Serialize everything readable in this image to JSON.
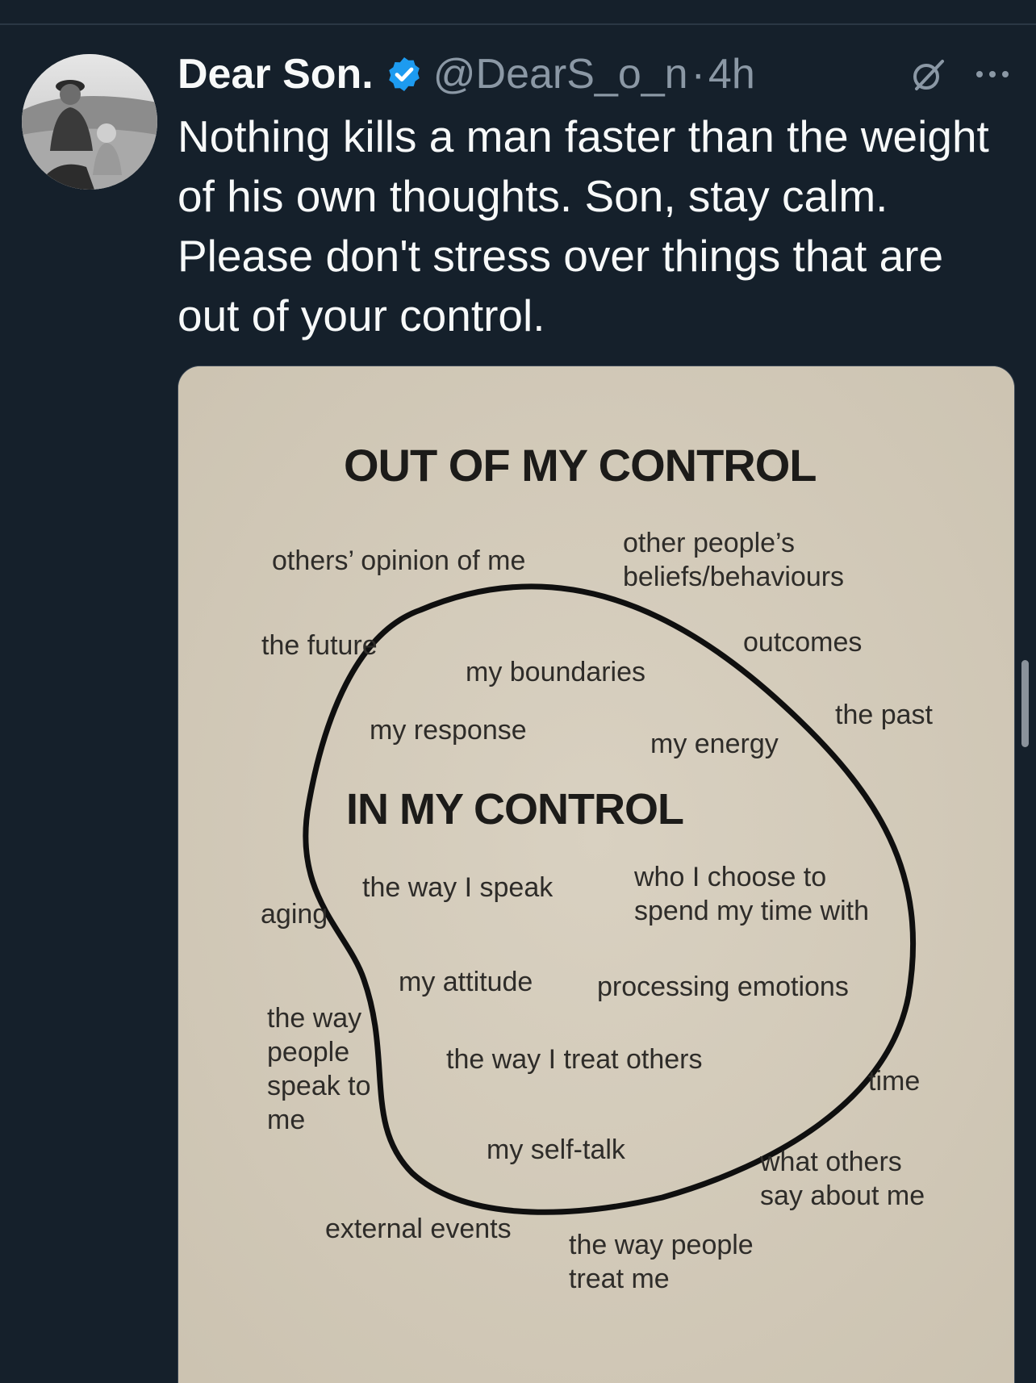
{
  "tweet": {
    "author_name": "Dear Son.",
    "handle": "@DearS_o_n",
    "separator": "·",
    "time": "4h",
    "text": "Nothing kills a man faster than the weight of his own thoughts. Son, stay calm. Please don't stress over things that are out of your control."
  },
  "icons": {
    "verified": "verified-badge-icon",
    "grok": "grok-icon",
    "more": "more-icon"
  },
  "colors": {
    "background": "#15202b",
    "text": "#f7f9f9",
    "secondary": "#8b98a5",
    "verified": "#1d9bf0",
    "paper": "#d2c9b8"
  },
  "image": {
    "out_title": "OUT OF MY CONTROL",
    "in_title": "IN MY CONTROL",
    "outside_items": {
      "others_opinion": "others’ opinion of me",
      "beliefs_line1": "other people’s",
      "beliefs_line2": "beliefs/behaviours",
      "future": "the future",
      "outcomes": "outcomes",
      "past": "the past",
      "aging": "aging",
      "way_people_speak_1": "the way",
      "way_people_speak_2": "people",
      "way_people_speak_3": "speak to",
      "way_people_speak_4": "me",
      "time": "time",
      "what_others_say_1": "what others",
      "what_others_say_2": "say about me",
      "external_events": "external events",
      "way_people_treat_1": "the way people",
      "way_people_treat_2": "treat me"
    },
    "inside_items": {
      "boundaries": "my boundaries",
      "response": "my response",
      "energy": "my energy",
      "way_i_speak": "the way I speak",
      "who_choose_1": "who I choose to",
      "who_choose_2": "spend my time with",
      "attitude": "my attitude",
      "processing": "processing emotions",
      "treat_others": "the way I treat others",
      "self_talk": "my self-talk"
    }
  }
}
